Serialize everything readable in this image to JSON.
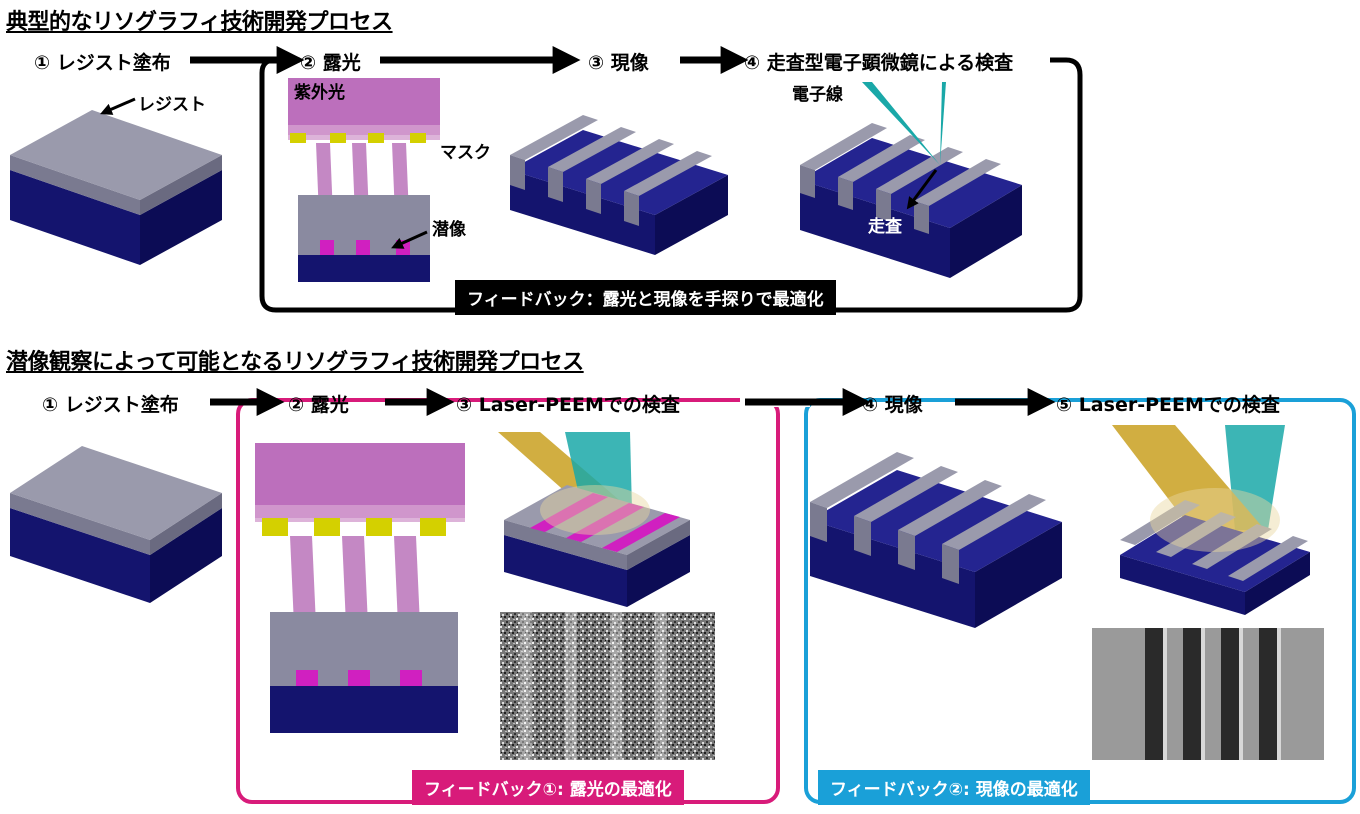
{
  "top": {
    "title": "典型的なリソグラフィ技術開発プロセス",
    "steps": [
      "① レジスト塗布",
      "② 露光",
      "③ 現像",
      "④ 走査型電子顕微鏡による検査"
    ],
    "labels": {
      "resist": "レジスト",
      "uv": "紫外光",
      "mask": "マスク",
      "latent": "潜像",
      "ebeam": "電子線",
      "scan": "走査"
    },
    "feedback": "フィードバック：露光と現像を手探りで最適化"
  },
  "bottom": {
    "title": "潜像観察によって可能となるリソグラフィ技術開発プロセス",
    "steps": [
      "① レジスト塗布",
      "② 露光",
      "③ Laser-PEEMでの検査",
      "④ 現像",
      "⑤ Laser-PEEMでの検査"
    ],
    "feedback1": "フィードバック①: 露光の最適化",
    "feedback2": "フィードバック②: 現像の最適化"
  },
  "colors": {
    "substrate": "#1a1a80",
    "resist": "#8a8aa0",
    "latent": "#d020c0",
    "mask": "#d4d000",
    "uv": "#b050b0",
    "feedback1": "#d81b7a",
    "feedback2": "#1aa0d8",
    "beam_gold": "#c9a020",
    "beam_teal": "#1aa8a8"
  }
}
